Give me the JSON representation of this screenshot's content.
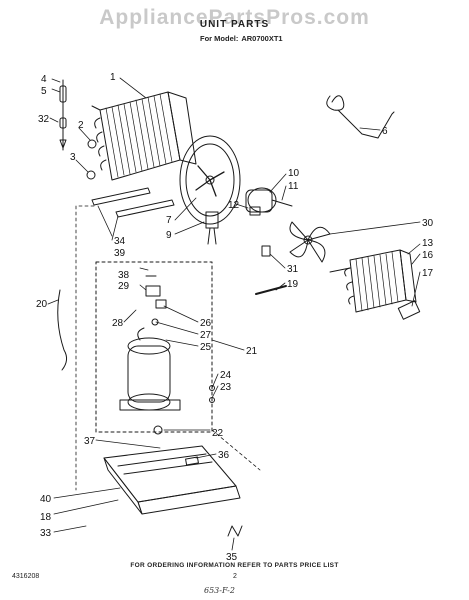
{
  "header": {
    "watermark": "AppliancePartsPros.com",
    "title": "UNIT PARTS",
    "model_label": "For Model:",
    "model_number": "AR0700XT1"
  },
  "footer": {
    "ordering_note": "FOR ORDERING INFORMATION REFER TO PARTS PRICE LIST",
    "doc_number": "4316208",
    "page_number": "2",
    "handwritten_note": "653-F-2"
  },
  "callouts": [
    "1",
    "2",
    "3",
    "4",
    "5",
    "6",
    "7",
    "9",
    "10",
    "11",
    "12",
    "13",
    "16",
    "17",
    "18",
    "19",
    "20",
    "21",
    "22",
    "23",
    "24",
    "25",
    "26",
    "27",
    "28",
    "29",
    "30",
    "31",
    "32",
    "33",
    "34",
    "35",
    "36",
    "37",
    "38",
    "39",
    "40"
  ]
}
